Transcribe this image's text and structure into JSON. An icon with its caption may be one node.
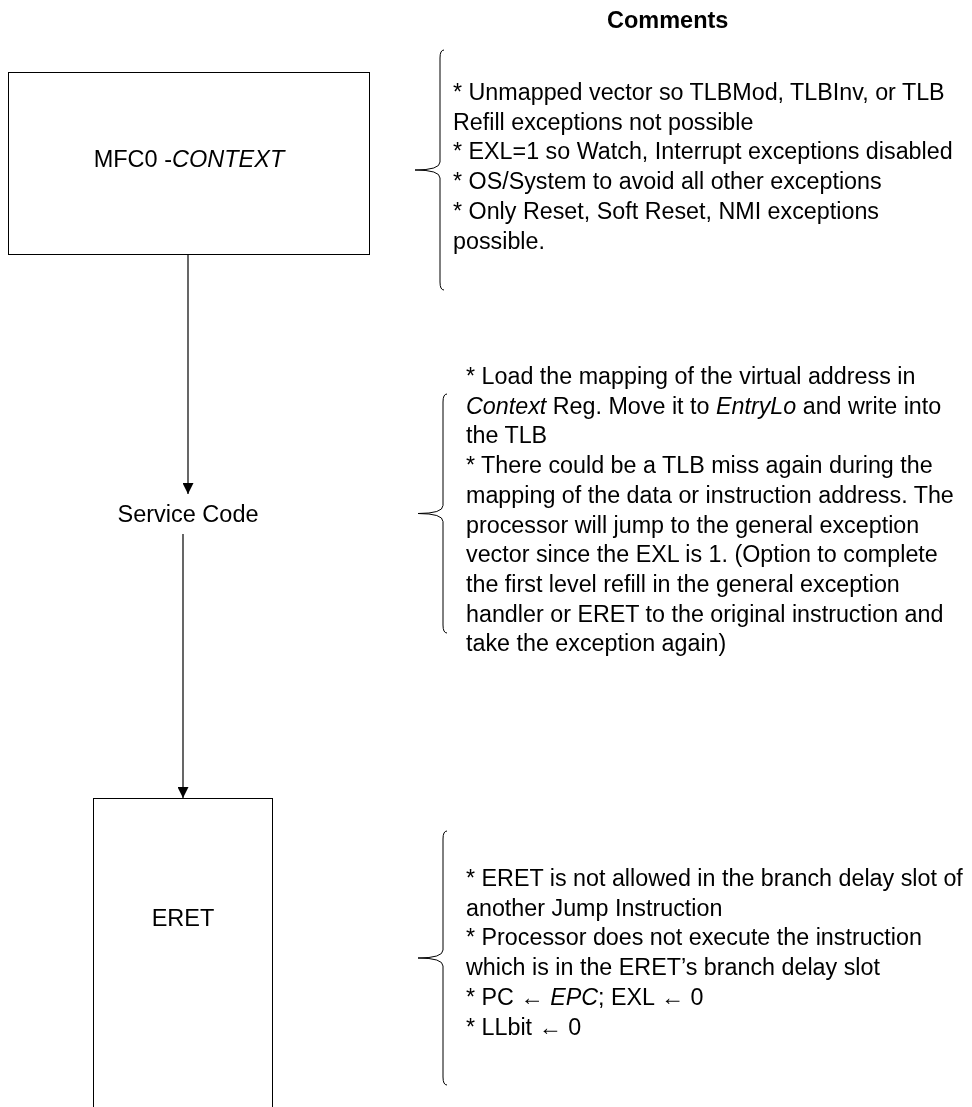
{
  "diagram": {
    "title": "Comments",
    "nodes": [
      {
        "text": [
          "MFC0 -*CONTEXT*"
        ],
        "beside": [
          " * Unmapped vector so TLBMod, TLBInv, or TLB Refill exceptions not possible",
          "* EXL=1 so Watch, Interrupt exceptions disabled",
          "* OS/System to avoid all other exceptions",
          "* Only Reset, Soft Reset, NMI exceptions possible."
        ]
      },
      {
        "text": [
          "Service Code"
        ],
        "beside": [
          "* Load the mapping of the virtual address in *Context* Reg. Move it to *EntryLo* and write into the TLB",
          "* There could be a TLB miss again during the mapping of the data or instruction address. The processor will jump to the general exception vector since the EXL is 1. (Option to complete the first level refill in the general exception handler or ERET to the original instruction and take the exception again)"
        ]
      },
      {
        "text": [
          "ERET"
        ],
        "beside": [
          "* ERET is not allowed in the branch delay slot of another Jump Instruction",
          "* Processor does not execute the instruction which is in the ERET’s branch delay slot",
          "* PC ← *EPC*; EXL ← 0",
          "* LLbit ← 0"
        ]
      }
    ],
    "edges": [
      {
        "from": 0,
        "to": 1,
        "arrow": "to"
      },
      {
        "from": 1,
        "to": 2,
        "arrow": "to"
      }
    ]
  }
}
